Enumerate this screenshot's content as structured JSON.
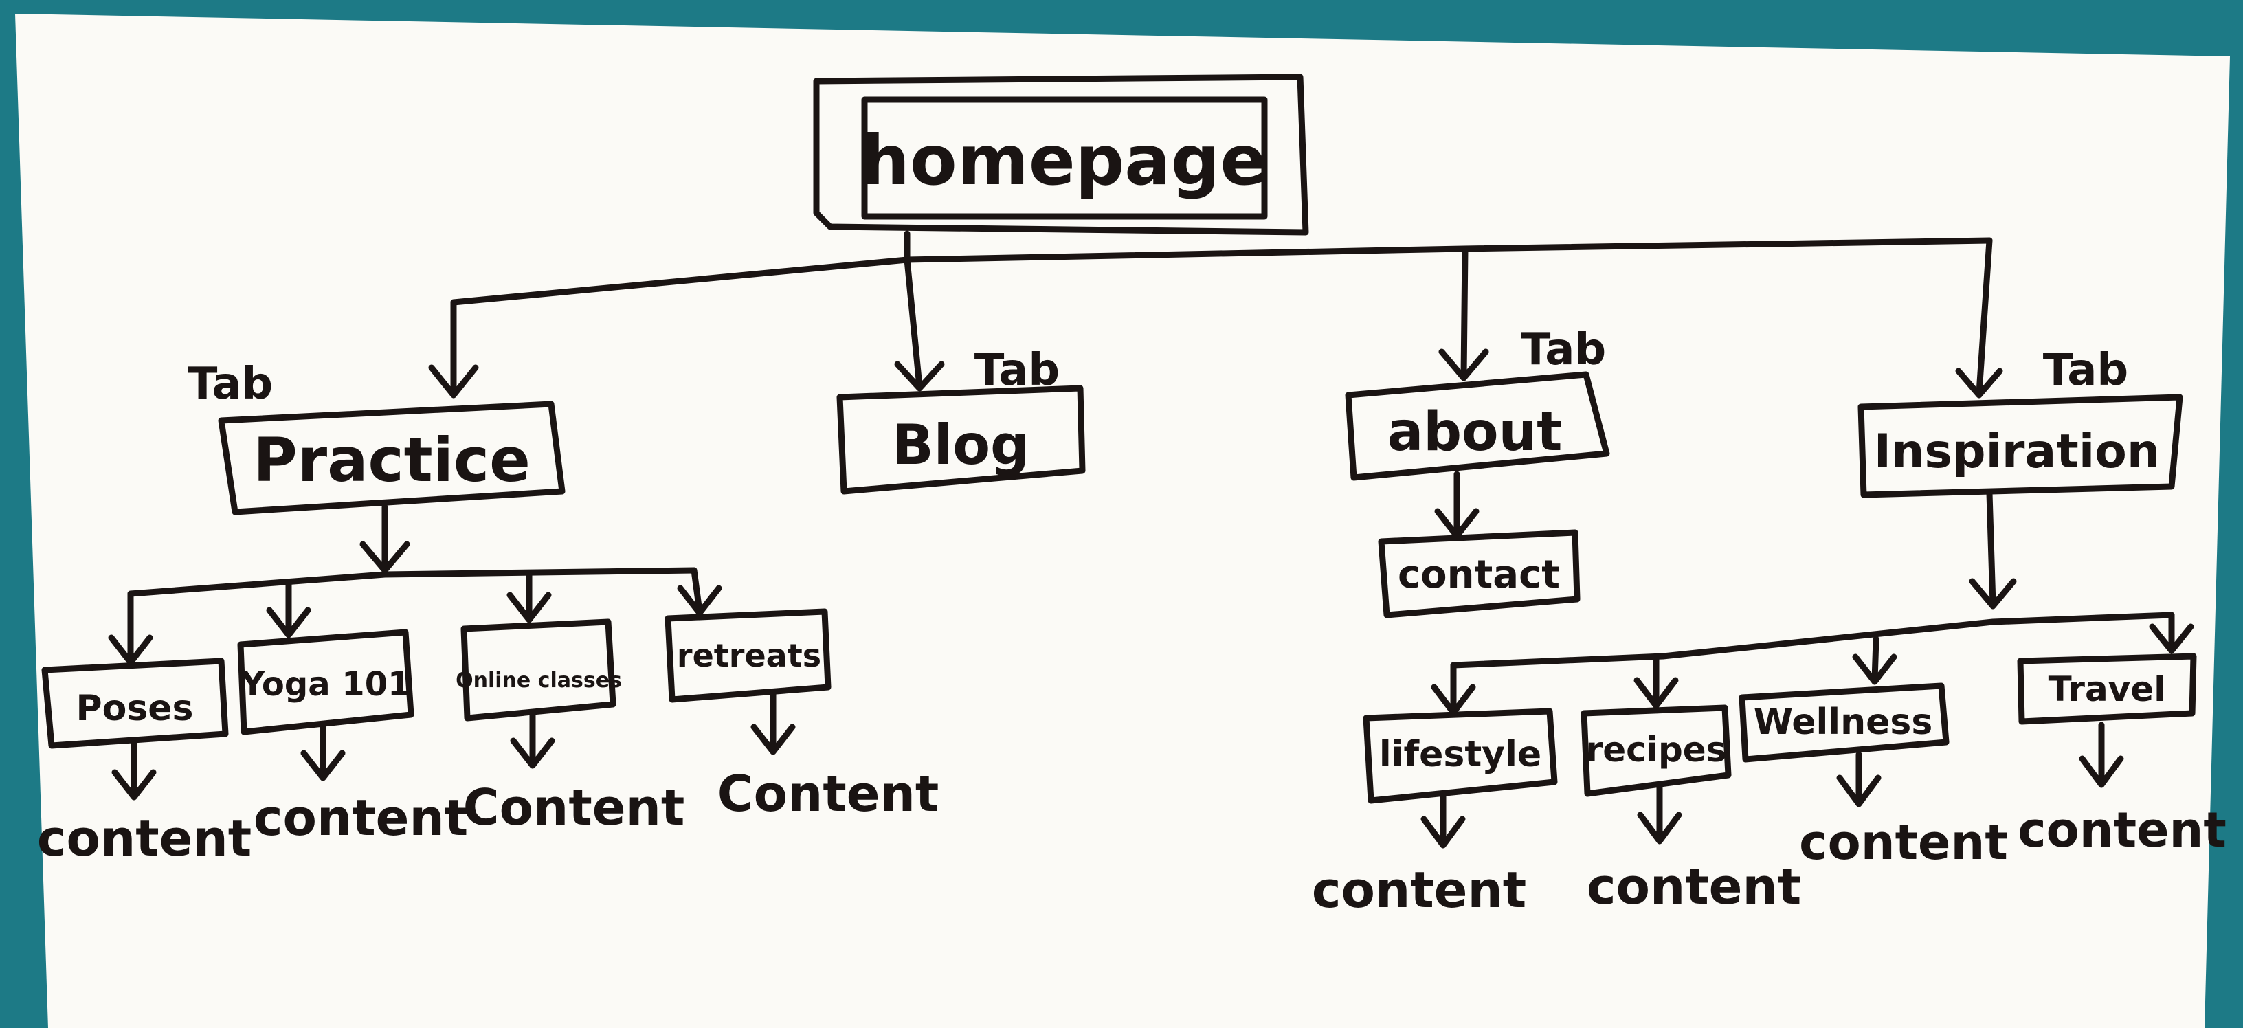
{
  "diagram": {
    "root": {
      "label": "homepage"
    },
    "tab_note": "Tab",
    "tabs": [
      {
        "label": "Practice",
        "children": [
          {
            "label": "Poses",
            "content": "content"
          },
          {
            "label": "Yoga 101",
            "content": "content"
          },
          {
            "label": "Online classes",
            "content": "Content"
          },
          {
            "label": "retreats",
            "content": "Content"
          }
        ]
      },
      {
        "label": "Blog"
      },
      {
        "label": "about",
        "children": [
          {
            "label": "contact"
          }
        ]
      },
      {
        "label": "Inspiration",
        "children": [
          {
            "label": "lifestyle",
            "content": "content"
          },
          {
            "label": "recipes",
            "content": "content"
          },
          {
            "label": "Wellness",
            "content": "content"
          },
          {
            "label": "Travel",
            "content": "content"
          }
        ]
      }
    ]
  },
  "colors": {
    "background": "#1d7a86",
    "paper": "#fbfaf6",
    "ink": "#1a1413"
  }
}
